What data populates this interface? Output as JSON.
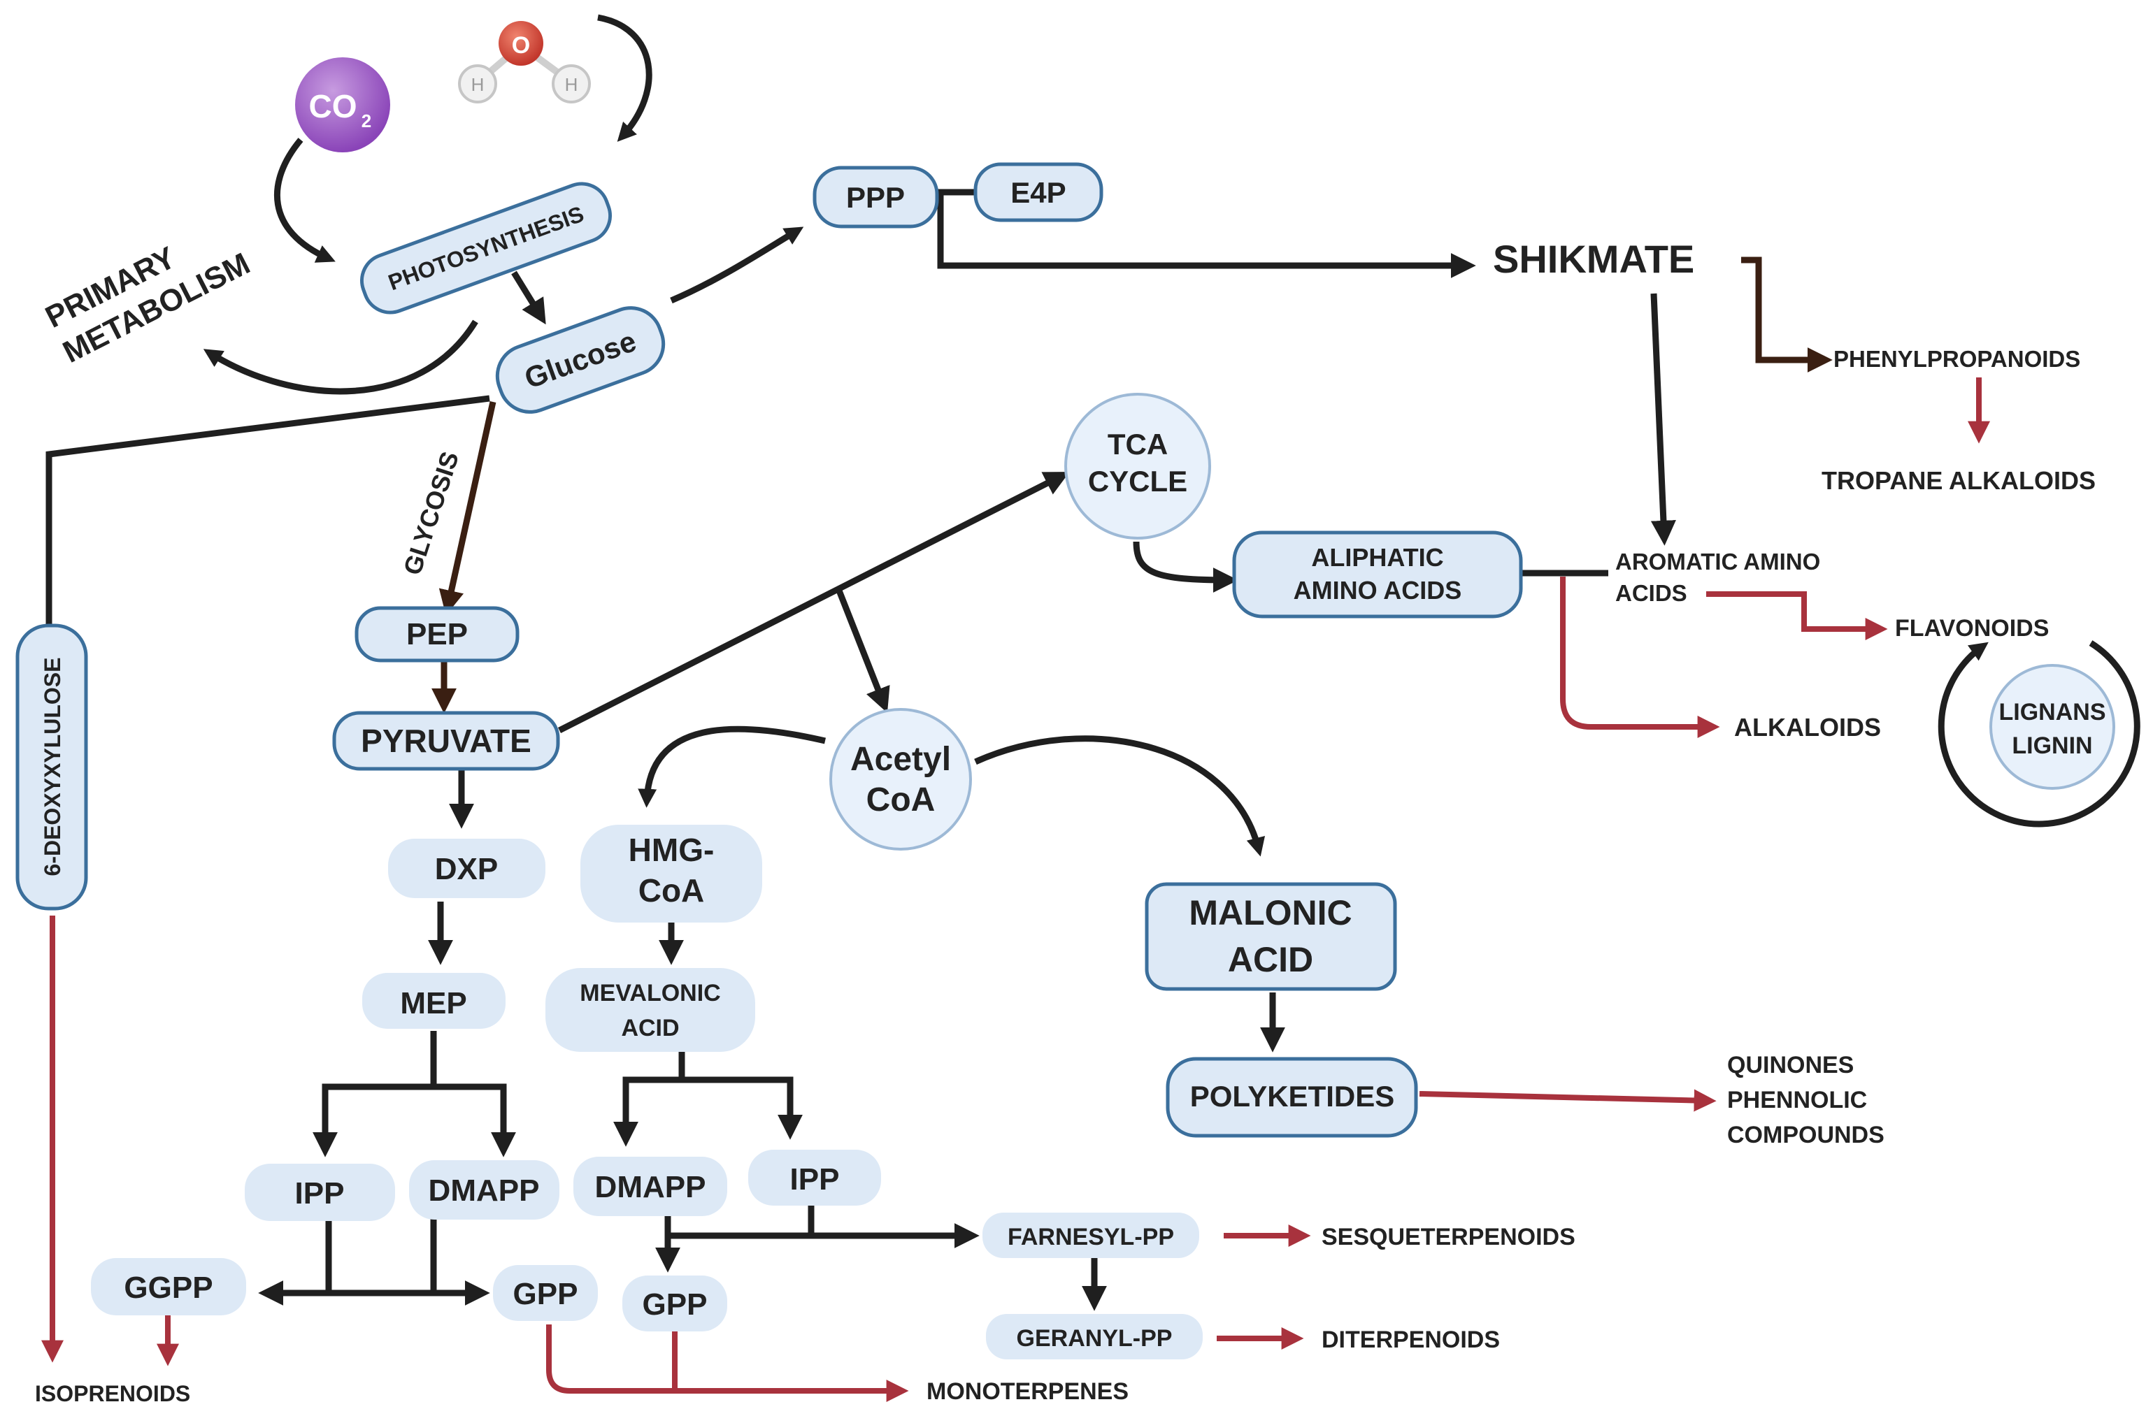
{
  "molecules": {
    "co2": {
      "text": "CO",
      "sub": "2"
    },
    "water": {
      "o": "O",
      "h1": "H",
      "h2": "H"
    }
  },
  "labels": {
    "primary_metabolism_line1": "PRIMARY",
    "primary_metabolism_line2": "METABOLISM",
    "glycosis": "GLYCOSIS",
    "shikmate": "SHIKMATE"
  },
  "nodes": {
    "photosynthesis": "PHOTOSYNTHESIS",
    "glucose": "Glucose",
    "ppp": "PPP",
    "e4p": "E4P",
    "pep": "PEP",
    "pyruvate": "PYRUVATE",
    "deoxyxylulose": "6-DEOXYXYLULOSE",
    "tca_line1": "TCA",
    "tca_line2": "CYCLE",
    "acetyl_line1": "Acetyl",
    "acetyl_line2": "CoA",
    "aliphatic_line1": "ALIPHATIC",
    "aliphatic_line2": "AMINO ACIDS",
    "aromatic_line1": "AROMATIC AMINO",
    "aromatic_line2": "ACIDS",
    "dxp": "DXP",
    "mep": "MEP",
    "ipp_left": "IPP",
    "dmapp_left": "DMAPP",
    "ggpp": "GGPP",
    "gpp_left": "GPP",
    "hmg_line1": "HMG-",
    "hmg_line2": "CoA",
    "mevalonic_line1": "MEVALONIC",
    "mevalonic_line2": "ACID",
    "dmapp_right": "DMAPP",
    "ipp_right": "IPP",
    "gpp_right": "GPP",
    "farnesyl": "FARNESYL-PP",
    "geranyl": "GERANYL-PP",
    "malonic_line1": "MALONIC",
    "malonic_line2": "ACID",
    "polyketides": "POLYKETIDES",
    "lignans_line1": "LIGNANS",
    "lignans_line2": "LIGNIN"
  },
  "products": {
    "phenylpropanoids": "PHENYLPROPANOIDS",
    "tropane": "TROPANE ALKALOIDS",
    "flavonoids": "FLAVONOIDS",
    "alkaloids": "ALKALOIDS",
    "quinones_line1": "QUINONES",
    "quinones_line2": "PHENNOLIC",
    "quinones_line3": "COMPOUNDS",
    "sesquiterpenoids": "SESQUETERPENOIDS",
    "diterpenoids": "DITERPENOIDS",
    "monoterpenes": "MONOTERPENES",
    "isoprenoids": "ISOPRENOIDS"
  },
  "colors": {
    "node_fill": "#dde9f6",
    "node_stroke": "#3b6f9c",
    "arrow_black": "#1f1f1f",
    "arrow_red": "#a8323d",
    "arrow_brown": "#3a1f12",
    "co2": "#9b59c6",
    "oxygen": "#d9463a"
  }
}
